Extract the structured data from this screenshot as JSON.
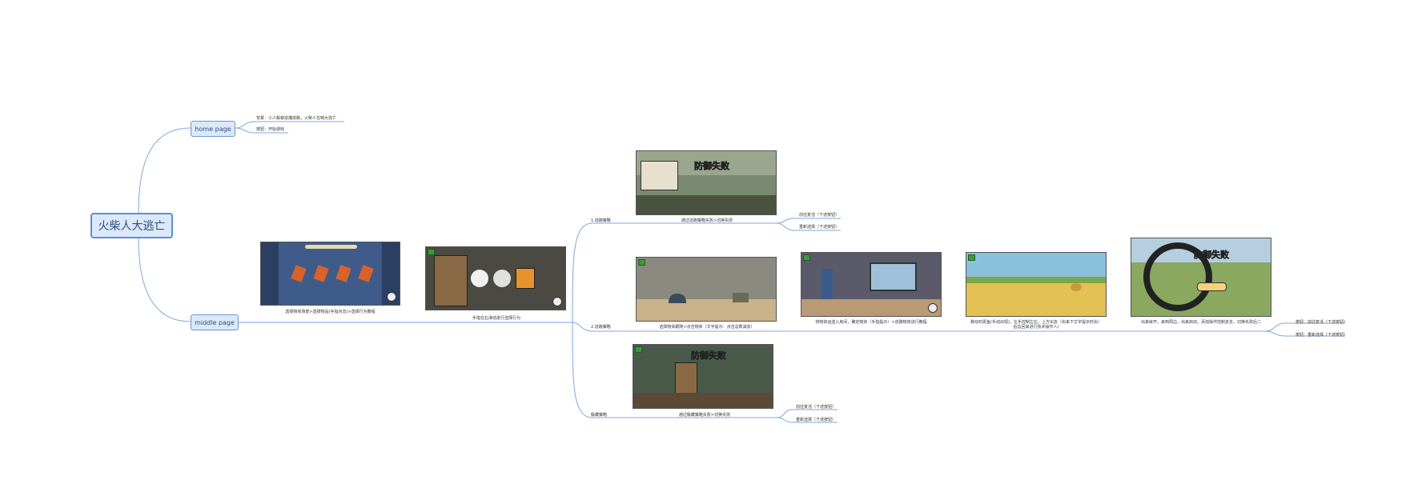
{
  "root": {
    "label": "火柴人大逃亡"
  },
  "home_page": {
    "label": "home page",
    "items": [
      "背景：小人躲避追捕逃跑，火柴人在喊大逃亡",
      "按钮：开始游戏"
    ]
  },
  "middle_page": {
    "label": "middle page",
    "step1_caption": "选择物资场景>选择物品(手指点击)>选择行为教程",
    "step2_caption": "手指在右滑动进行选择行为",
    "branches": [
      {
        "label": "1.逃跑策略",
        "caption": "通过逃跑策略失败>切换失败",
        "buttons": [
          "前往复活（下述按钮）",
          "重新选择（下述按钮）"
        ],
        "banner": "防御失败"
      },
      {
        "label": "2.逃跑策略",
        "captions": [
          "选择物资跟随>点击物资（文字提示：点击总数减去）",
          "将物资运送入房间，确定物资（手指提示）>逃跑物资进行教程",
          "移动石斑鱼(手动出现)，左手控制左右，上方出去（出来下文字提示时出）后总回来进行技术操作人)",
          "出来就开，来到周边，出来启动，添加操作控制走去，切换失败后二"
        ],
        "banner": "防御失败",
        "buttons": [
          "按钮：前往复活（下述按钮）",
          "按钮：重新选择（下述按钮）"
        ]
      },
      {
        "label": "躲藏策略",
        "caption": "通过躲藏策略失败>切换失败",
        "buttons": [
          "前往复活（下述按钮）",
          "重新选择（下述按钮）"
        ],
        "banner": "防御失败"
      }
    ]
  },
  "colors": {
    "line": "#7fa7dd",
    "node_fill": "#dce8f7",
    "node_border": "#5b8fd6"
  }
}
